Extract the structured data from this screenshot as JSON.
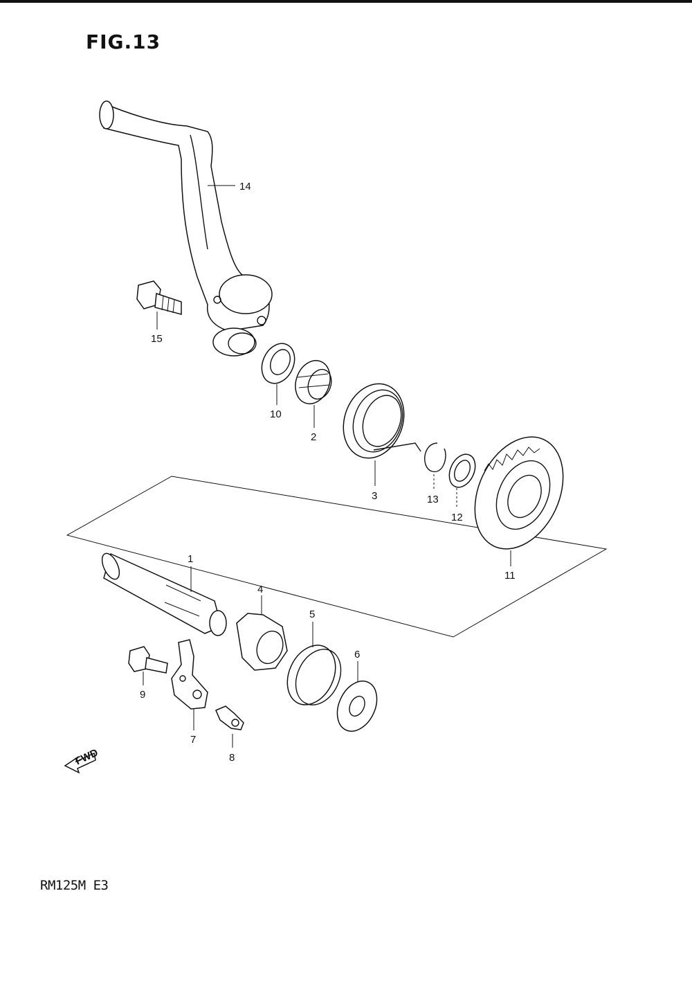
{
  "figure": {
    "title": "FIG.13",
    "model": "RM125M  E3",
    "fwd_label": "FWD"
  },
  "callouts": [
    "14",
    "15",
    "10",
    "2",
    "3",
    "13",
    "12",
    "11",
    "1",
    "4",
    "5",
    "6",
    "9",
    "7",
    "8"
  ]
}
